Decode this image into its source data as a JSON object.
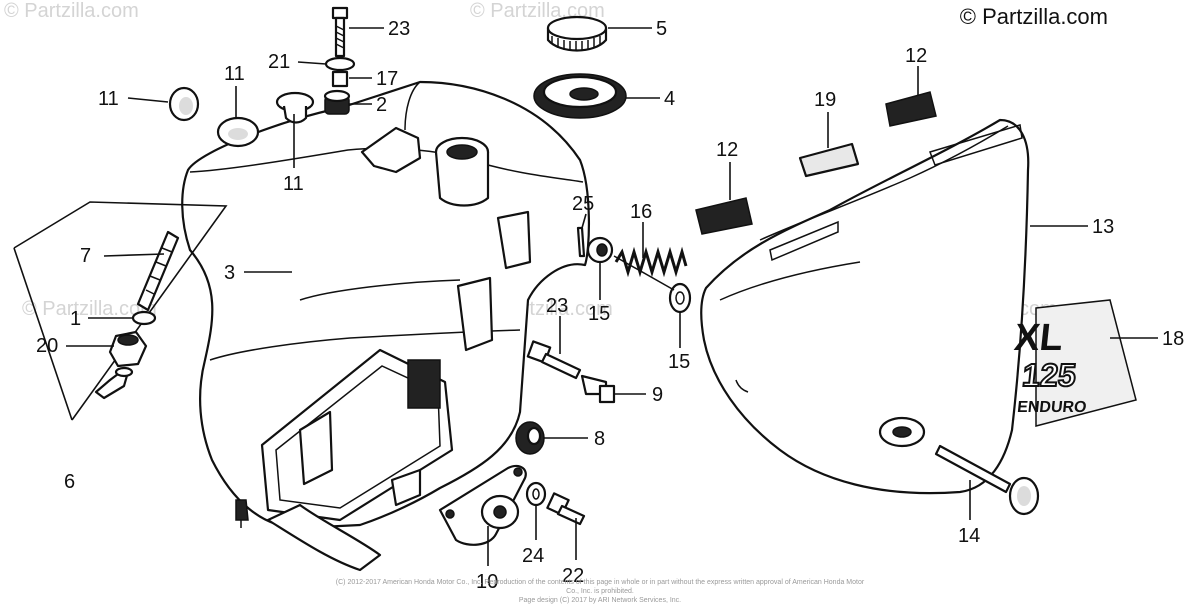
{
  "watermark": "© Partzilla.com",
  "brand": "© Partzilla.com",
  "copyright_line1": "(C) 2012-2017 American Honda Motor Co., Inc. Reproduction of the contents of this page in whole or in part without the express written approval of American Honda Motor Co., Inc. is prohibited.",
  "copyright_line2": "Page design (C) 2017 by ARI Network Services, Inc.",
  "decal": {
    "line1": "XL",
    "line2": "125",
    "line3": "ENDURO"
  },
  "callouts": [
    "23",
    "5",
    "21",
    "17",
    "2",
    "4",
    "11",
    "11",
    "11",
    "12",
    "19",
    "12",
    "13",
    "25",
    "16",
    "3",
    "7",
    "1",
    "15",
    "15",
    "20",
    "23",
    "18",
    "9",
    "8",
    "6",
    "14",
    "10",
    "24",
    "22"
  ]
}
